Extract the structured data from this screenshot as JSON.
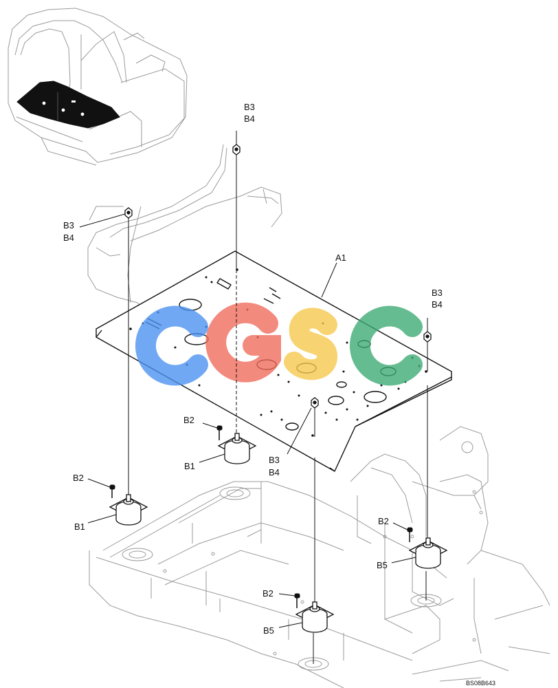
{
  "labels": {
    "a1": "A1",
    "b1": "B1",
    "b2": "B2",
    "b3": "B3",
    "b4": "B4",
    "b5": "B5"
  },
  "drawing_ref": "BS08B643",
  "watermark": {
    "text": "CGSC",
    "colors": [
      "#4a90f0",
      "#f06a5a",
      "#f5c84a",
      "#3aaa72"
    ]
  }
}
